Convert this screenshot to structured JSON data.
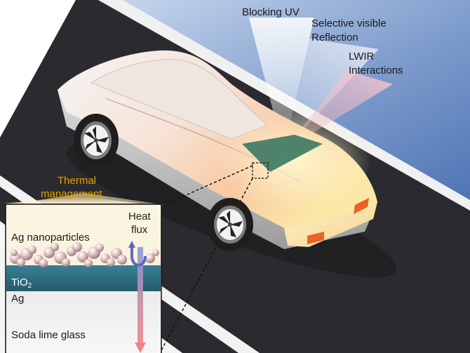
{
  "labels": {
    "blocking_uv": "Blocking UV",
    "selective_line1": "Selective visible",
    "selective_line2": "Reflection",
    "lwir_line1": "LWIR",
    "lwir_line2": "Interactions",
    "thermal_line1": "Thermal",
    "thermal_line2": "management"
  },
  "inset": {
    "heat_line1": "Heat",
    "heat_line2": "flux",
    "ag_nanoparticles": "Ag nanoparticles",
    "tio2_main": "TiO",
    "tio2_sub": "2",
    "ag": "Ag",
    "glass": "Soda lime glass"
  },
  "colors": {
    "sky": "#6f8fc4",
    "road": "#2b2b2f",
    "lane_line": "#f2f2f2",
    "car_body": "#e6e6e6",
    "windshield_patch": "#3f7a64",
    "thermal_text": "#e1a400",
    "tio2_layer": "#2d6e82",
    "tail_light": "#e8622a"
  }
}
